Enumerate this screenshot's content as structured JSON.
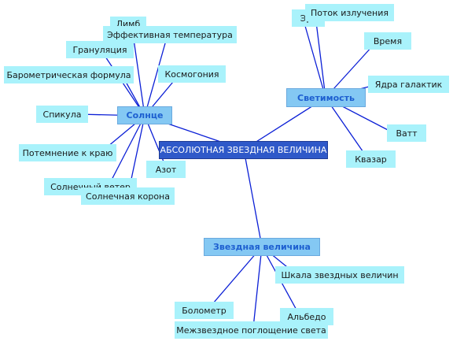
{
  "root": "АБСОЛЮТНАЯ ЗВЕЗДНАЯ ВЕЛИЧИНА",
  "sun": {
    "label": "Солнце",
    "items": [
      "Лимб",
      "Эффективная температура",
      "Грануляция",
      "Барометрическая формула",
      "Космогония",
      "Спикула",
      "Потемнение к краю",
      "Солнечный ветер",
      "Солнечная корона",
      "Азот"
    ]
  },
  "luminosity": {
    "label": "Светимость",
    "items": [
      "Эрг",
      "Поток излучения",
      "Время",
      "Ядра галактик",
      "Ватт",
      "Квазар"
    ]
  },
  "magnitude": {
    "label": "Звездная величина",
    "items": [
      "Шкала звездных величин",
      "Болометр",
      "Альбедо",
      "Межзвездное поглощение света"
    ]
  },
  "colors": {
    "line": "#0b1fd6",
    "leaf": "#a9f2fb",
    "hub": "#84c8f3",
    "root": "#2f59c9"
  }
}
